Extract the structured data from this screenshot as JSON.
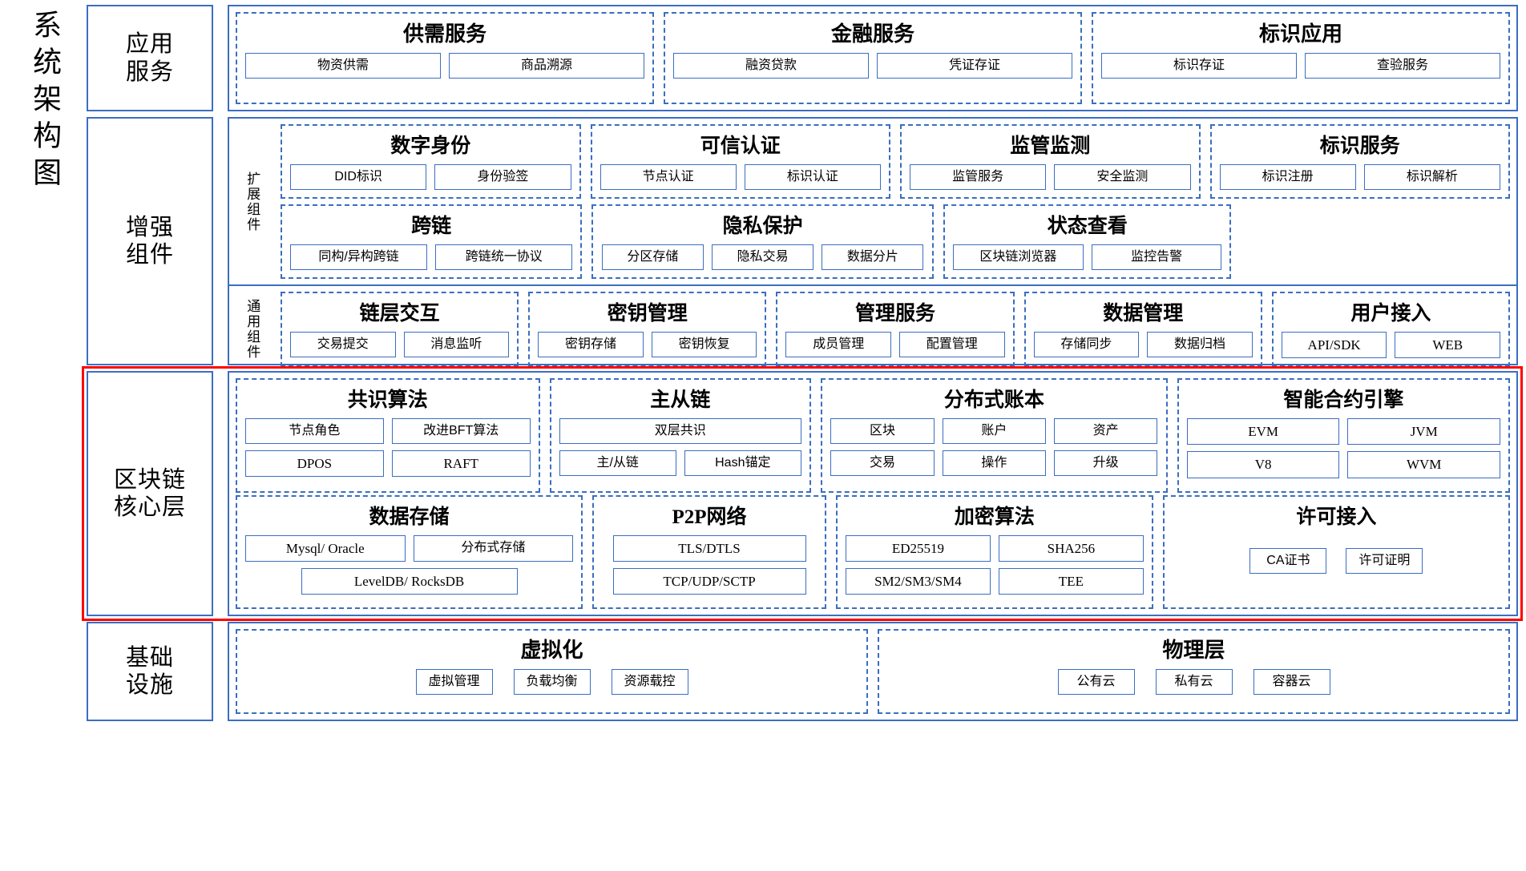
{
  "document": {
    "title": "系统架构图"
  },
  "layers": [
    {
      "id": "application-service",
      "label": "应用\n服务",
      "label_line1": "应用",
      "label_line2": "服务",
      "subrows": [
        {
          "label": "",
          "groups": [
            {
              "title": "供需服务",
              "items": [
                "物资供需",
                "商品溯源"
              ]
            },
            {
              "title": "金融服务",
              "items": [
                "融资贷款",
                "凭证存证"
              ]
            },
            {
              "title": "标识应用",
              "items": [
                "标识存证",
                "查验服务"
              ]
            }
          ]
        }
      ]
    },
    {
      "id": "enhanced-component",
      "label_line1": "增强",
      "label_line2": "组件",
      "subrows": [
        {
          "label": "扩展组件",
          "groups": [
            {
              "title": "数字身份",
              "items": [
                "DID标识",
                "身份验签"
              ]
            },
            {
              "title": "可信认证",
              "items": [
                "节点认证",
                "标识认证"
              ]
            },
            {
              "title": "监管监测",
              "items": [
                "监管服务",
                "安全监测"
              ]
            },
            {
              "title": "标识服务",
              "items": [
                "标识注册",
                "标识解析"
              ]
            }
          ]
        },
        {
          "label": "",
          "groups": [
            {
              "title": "跨链",
              "items": [
                "同构/异构跨链",
                "跨链统一协议"
              ]
            },
            {
              "title": "隐私保护",
              "items": [
                "分区存储",
                "隐私交易",
                "数据分片"
              ]
            },
            {
              "title": "状态查看",
              "items": [
                "区块链浏览器",
                "监控告警"
              ]
            }
          ]
        },
        {
          "label": "通用组件",
          "groups": [
            {
              "title": "链层交互",
              "items": [
                "交易提交",
                "消息监听"
              ]
            },
            {
              "title": "密钥管理",
              "items": [
                "密钥存储",
                "密钥恢复"
              ]
            },
            {
              "title": "管理服务",
              "items": [
                "成员管理",
                "配置管理"
              ]
            },
            {
              "title": "数据管理",
              "items": [
                "存储同步",
                "数据归档"
              ]
            },
            {
              "title": "用户接入",
              "items": [
                "API/SDK",
                "WEB"
              ]
            }
          ]
        }
      ]
    },
    {
      "id": "blockchain-core",
      "label_line1": "区块链",
      "label_line2": "核心层",
      "highlighted": true,
      "highlight_color": "#ff0000",
      "subrows": [
        {
          "label": "",
          "groups": [
            {
              "title": "共识算法",
              "items": [
                "节点角色",
                "改进BFT算法",
                "DPOS",
                "RAFT"
              ]
            },
            {
              "title": "主从链",
              "items": [
                "双层共识",
                "主/从链",
                "Hash锚定"
              ]
            },
            {
              "title": "分布式账本",
              "items": [
                "区块",
                "账户",
                "资产",
                "交易",
                "操作",
                "升级"
              ]
            },
            {
              "title": "智能合约引擎",
              "items": [
                "EVM",
                "JVM",
                "V8",
                "WVM"
              ]
            }
          ]
        },
        {
          "label": "",
          "groups": [
            {
              "title": "数据存储",
              "items": [
                "Mysql/ Oracle",
                "分布式存储",
                "LevelDB/ RocksDB"
              ]
            },
            {
              "title": "P2P网络",
              "items": [
                "TLS/DTLS",
                "TCP/UDP/SCTP"
              ]
            },
            {
              "title": "加密算法",
              "items": [
                "ED25519",
                "SHA256",
                "SM2/SM3/SM4",
                "TEE"
              ]
            },
            {
              "title": "许可接入",
              "items": [
                "CA证书",
                "许可证明"
              ]
            }
          ]
        }
      ]
    },
    {
      "id": "infrastructure",
      "label_line1": "基础",
      "label_line2": "设施",
      "subrows": [
        {
          "label": "",
          "groups": [
            {
              "title": "虚拟化",
              "items": [
                "虚拟管理",
                "负载均衡",
                "资源载控"
              ]
            },
            {
              "title": "物理层",
              "items": [
                "公有云",
                "私有云",
                "容器云"
              ]
            }
          ]
        }
      ]
    }
  ],
  "colors": {
    "border_blue": "#3b6ec1",
    "highlight_red": "#ff0000",
    "background": "#ffffff"
  }
}
